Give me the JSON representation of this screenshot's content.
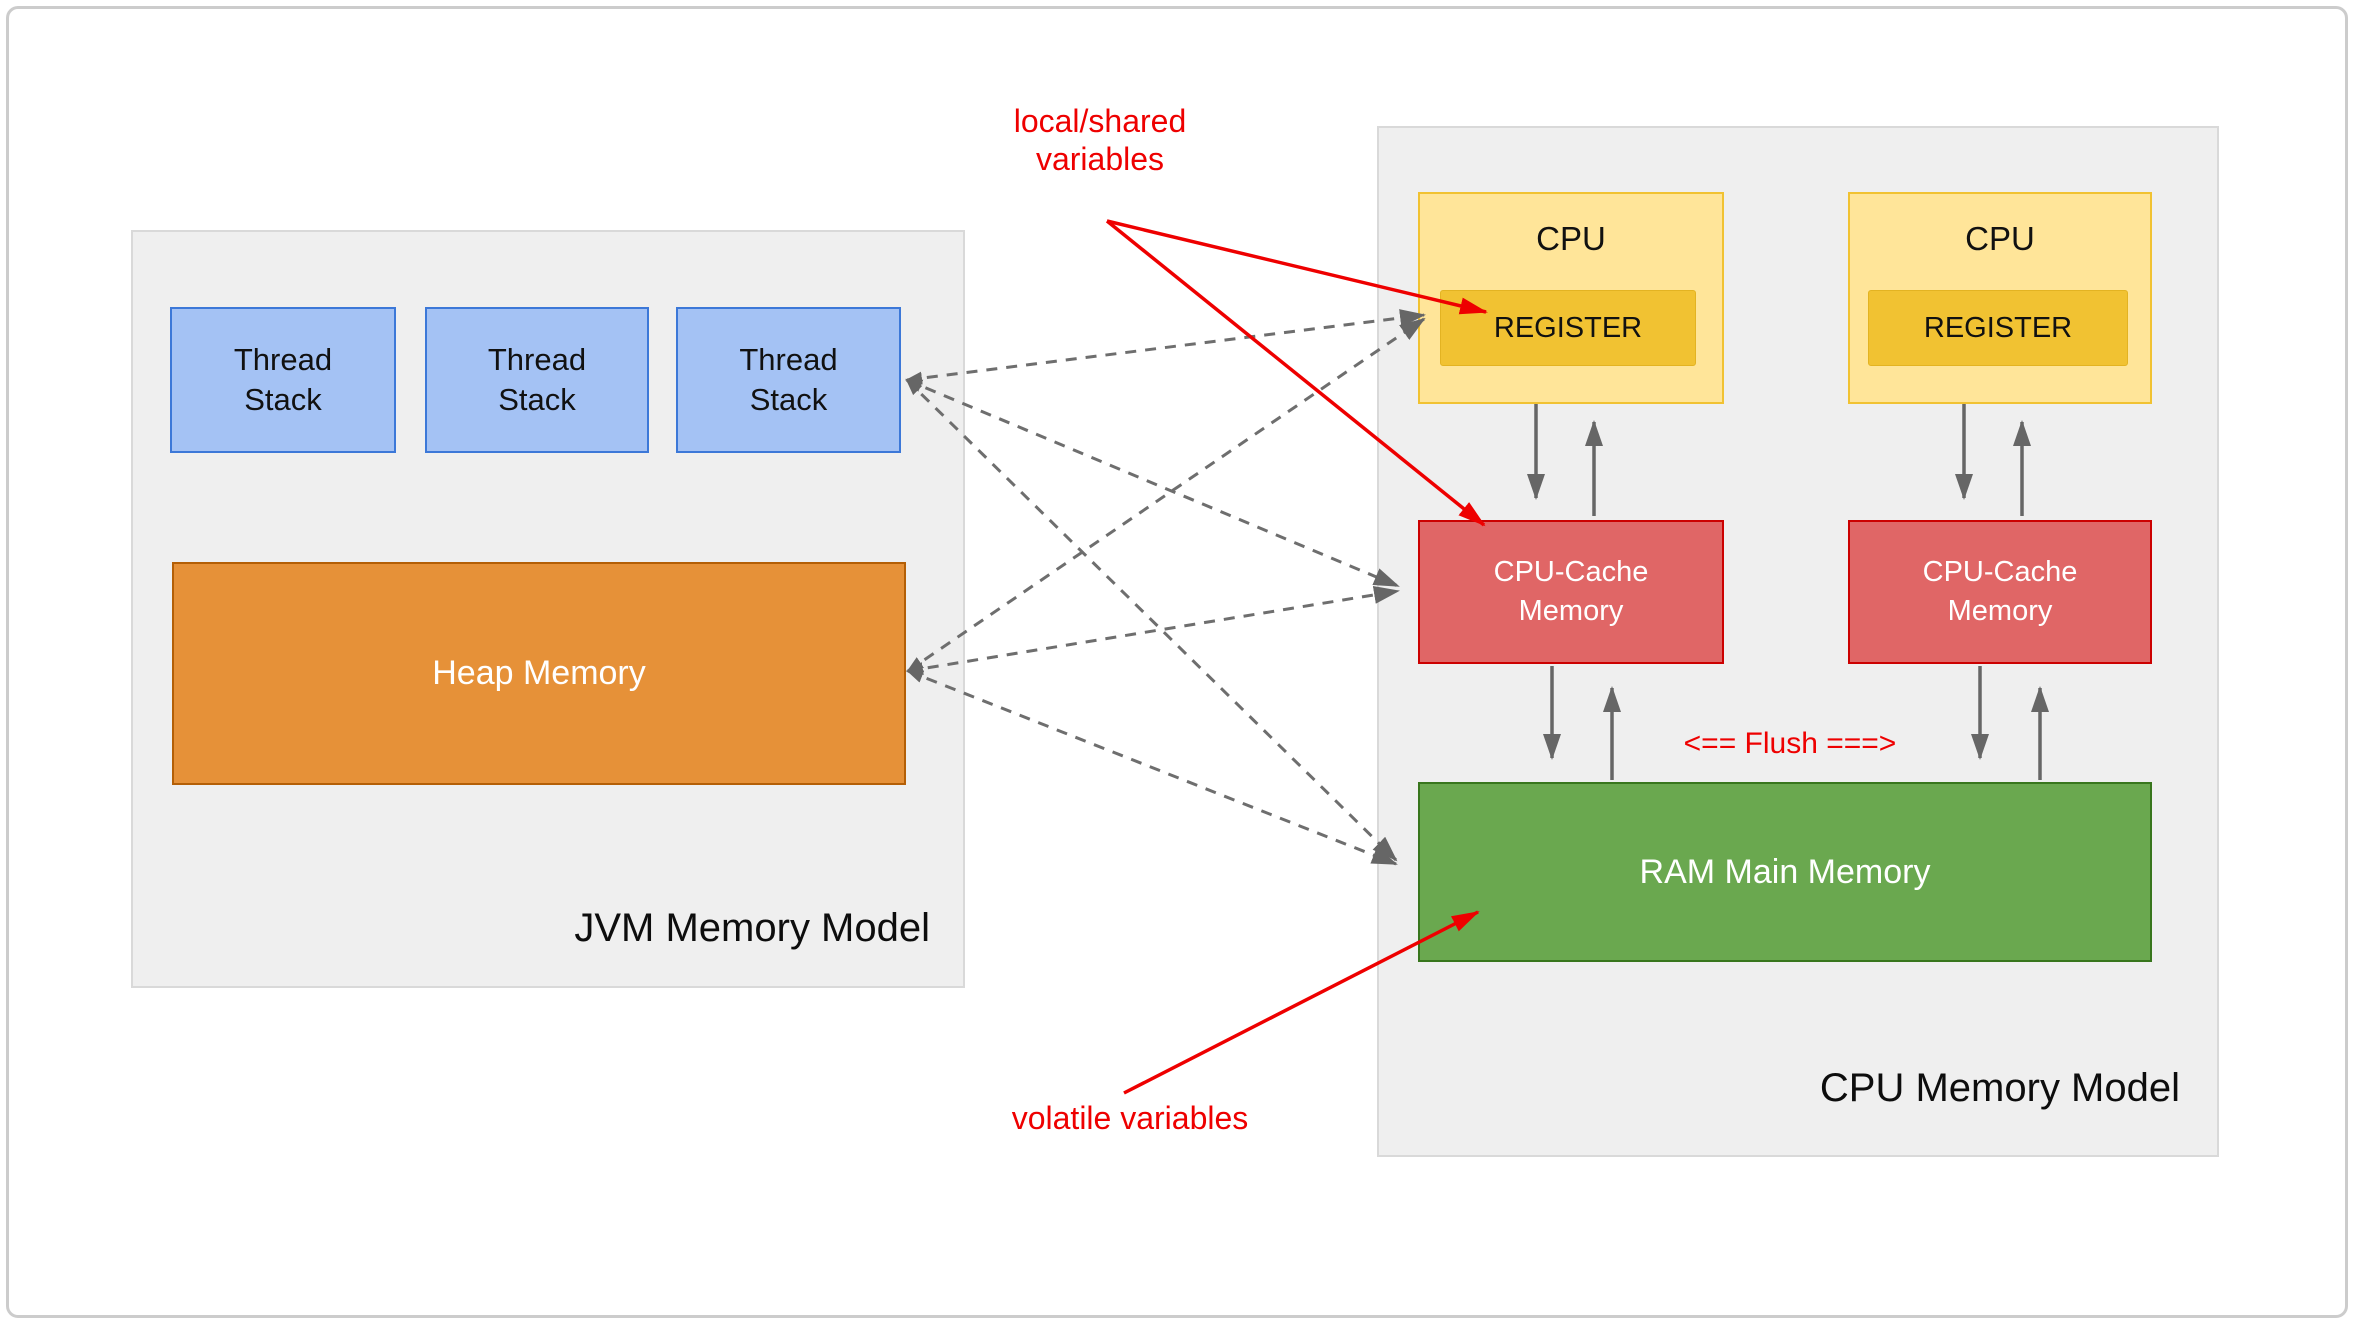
{
  "diagram": {
    "jvm": {
      "title": "JVM Memory Model",
      "thread_stacks": [
        {
          "label": "Thread Stack"
        },
        {
          "label": "Thread Stack"
        },
        {
          "label": "Thread Stack"
        }
      ],
      "heap": {
        "label": "Heap Memory"
      }
    },
    "cpu": {
      "title": "CPU Memory Model",
      "cpus": [
        {
          "label": "CPU",
          "register": "REGISTER"
        },
        {
          "label": "CPU",
          "register": "REGISTER"
        }
      ],
      "caches": [
        {
          "label": "CPU-Cache Memory"
        },
        {
          "label": "CPU-Cache Memory"
        }
      ],
      "ram": {
        "label": "RAM Main Memory"
      },
      "flush": "<== Flush ===>"
    },
    "annotations": {
      "local_shared": "local/shared variables",
      "volatile": "volatile variables"
    },
    "colors": {
      "thread_stack_fill": "#a4c2f4",
      "thread_stack_border": "#3c78d8",
      "heap_fill": "#e69138",
      "heap_border": "#b45f06",
      "cpu_fill": "#ffe599",
      "cpu_border": "#f1c232",
      "register_fill": "#f1c232",
      "cache_fill": "#e06666",
      "cache_border": "#cc0000",
      "ram_fill": "#6aa84f",
      "ram_border": "#38761d",
      "panel_fill": "#efefef",
      "panel_border": "#d9d9d9",
      "annotation_red": "#ee0000",
      "arrow_gray": "#666666"
    }
  }
}
